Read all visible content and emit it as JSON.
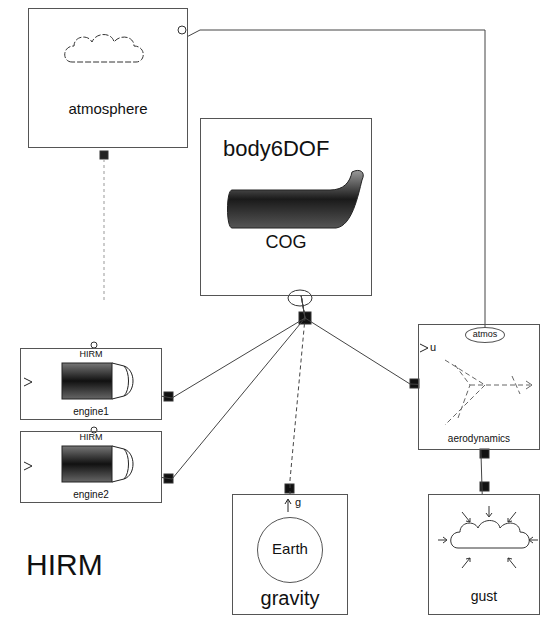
{
  "diagram": {
    "nodes": [
      {
        "text": [
          "atmosphere"
        ]
      },
      {
        "text": [
          "body6DOF",
          "COG"
        ]
      },
      {
        "text": [
          "HIRM",
          "engine1"
        ]
      },
      {
        "text": [
          "HIRM",
          "engine2"
        ]
      },
      {
        "text": [
          "aerodynamics"
        ]
      },
      {
        "text": [
          "atmos"
        ],
        "in": 4
      },
      {
        "text": [
          "gravity"
        ]
      },
      {
        "text": [
          "Earth"
        ],
        "in": 6
      },
      {
        "text": [
          "gust"
        ]
      }
    ],
    "edges": [
      {
        "from": 1,
        "to": 2,
        "arrow": "none"
      },
      {
        "from": 1,
        "to": 3,
        "arrow": "none"
      },
      {
        "from": 1,
        "to": 4,
        "arrow": "none"
      },
      {
        "from": 1,
        "to": 6,
        "arrow": "none"
      },
      {
        "from": 0,
        "to": 5,
        "arrow": "none"
      },
      {
        "from": 4,
        "to": 8,
        "arrow": "none"
      }
    ],
    "labels": [
      "u",
      "g",
      "HIRM"
    ]
  }
}
